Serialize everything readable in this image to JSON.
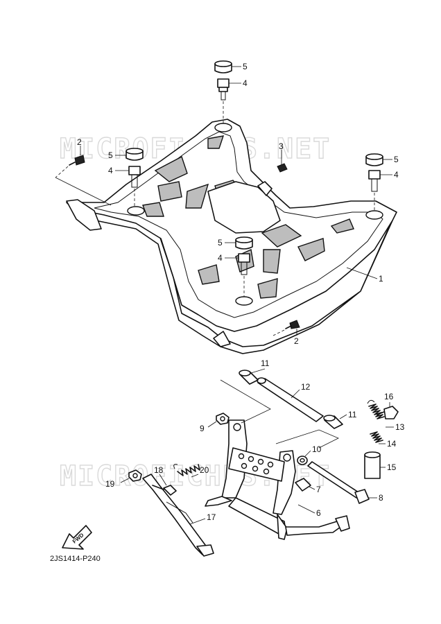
{
  "watermark": "MICROFICHES.NET",
  "diagram_code": "2JS1414-P240",
  "fwd_label": "FWD",
  "callouts": {
    "c1": "1",
    "c2a": "2",
    "c2b": "2",
    "c3": "3",
    "c4a": "4",
    "c4b": "4",
    "c4c": "4",
    "c4d": "4",
    "c5a": "5",
    "c5b": "5",
    "c5c": "5",
    "c5d": "5",
    "c6": "6",
    "c7": "7",
    "c8": "8",
    "c9": "9",
    "c10": "10",
    "c11a": "11",
    "c11b": "11",
    "c12": "12",
    "c13": "13",
    "c14": "14",
    "c15": "15",
    "c16": "16",
    "c17": "17",
    "c18": "18",
    "c19": "19",
    "c20": "20"
  }
}
